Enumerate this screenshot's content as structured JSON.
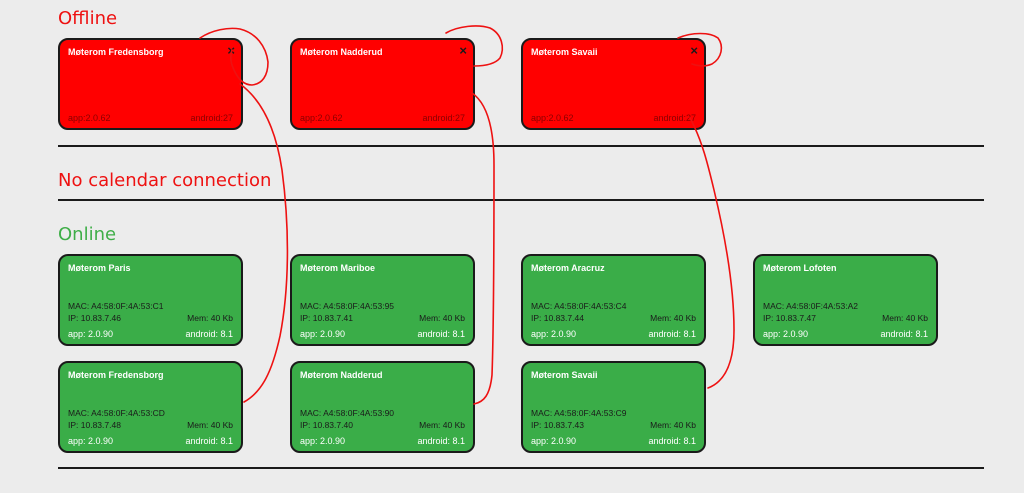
{
  "sections": {
    "offline_title": "Offline",
    "no_calendar_title": "No calendar connection",
    "online_title": "Online"
  },
  "colors": {
    "offline": "#ff0000",
    "online": "#3aad48",
    "annotation": "#ee1111"
  },
  "offline_devices": [
    {
      "name": "Møterom Fredensborg",
      "app": "app:2.0.62",
      "android": "android:27",
      "close_icon": "×"
    },
    {
      "name": "Møterom Nadderud",
      "app": "app:2.0.62",
      "android": "android:27",
      "close_icon": "×"
    },
    {
      "name": "Møterom Savaii",
      "app": "app:2.0.62",
      "android": "android:27",
      "close_icon": "×"
    }
  ],
  "online_devices": [
    {
      "name": "Møterom Paris",
      "mac": "MAC: A4:58:0F:4A:53:C1",
      "ip": "IP: 10.83.7.46",
      "mem": "Mem: 40 Kb",
      "app": "app: 2.0.90",
      "android": "android: 8.1"
    },
    {
      "name": "Møterom Mariboe",
      "mac": "MAC: A4:58:0F:4A:53:95",
      "ip": "IP: 10.83.7.41",
      "mem": "Mem: 40 Kb",
      "app": "app: 2.0.90",
      "android": "android: 8.1"
    },
    {
      "name": "Møterom Aracruz",
      "mac": "MAC: A4:58:0F:4A:53:C4",
      "ip": "IP: 10.83.7.44",
      "mem": "Mem: 40 Kb",
      "app": "app: 2.0.90",
      "android": "android: 8.1"
    },
    {
      "name": "Møterom Lofoten",
      "mac": "MAC: A4:58:0F:4A:53:A2",
      "ip": "IP: 10.83.7.47",
      "mem": "Mem: 40 Kb",
      "app": "app: 2.0.90",
      "android": "android: 8.1"
    },
    {
      "name": "Møterom Fredensborg",
      "mac": "MAC: A4:58:0F:4A:53:CD",
      "ip": "IP: 10.83.7.48",
      "mem": "Mem: 40 Kb",
      "app": "app: 2.0.90",
      "android": "android: 8.1"
    },
    {
      "name": "Møterom Nadderud",
      "mac": "MAC: A4:58:0F:4A:53:90",
      "ip": "IP: 10.83.7.40",
      "mem": "Mem: 40 Kb",
      "app": "app: 2.0.90",
      "android": "android: 8.1"
    },
    {
      "name": "Møterom Savaii",
      "mac": "MAC: A4:58:0F:4A:53:C9",
      "ip": "IP: 10.83.7.43",
      "mem": "Mem: 40 Kb",
      "app": "app: 2.0.90",
      "android": "android: 8.1"
    }
  ]
}
